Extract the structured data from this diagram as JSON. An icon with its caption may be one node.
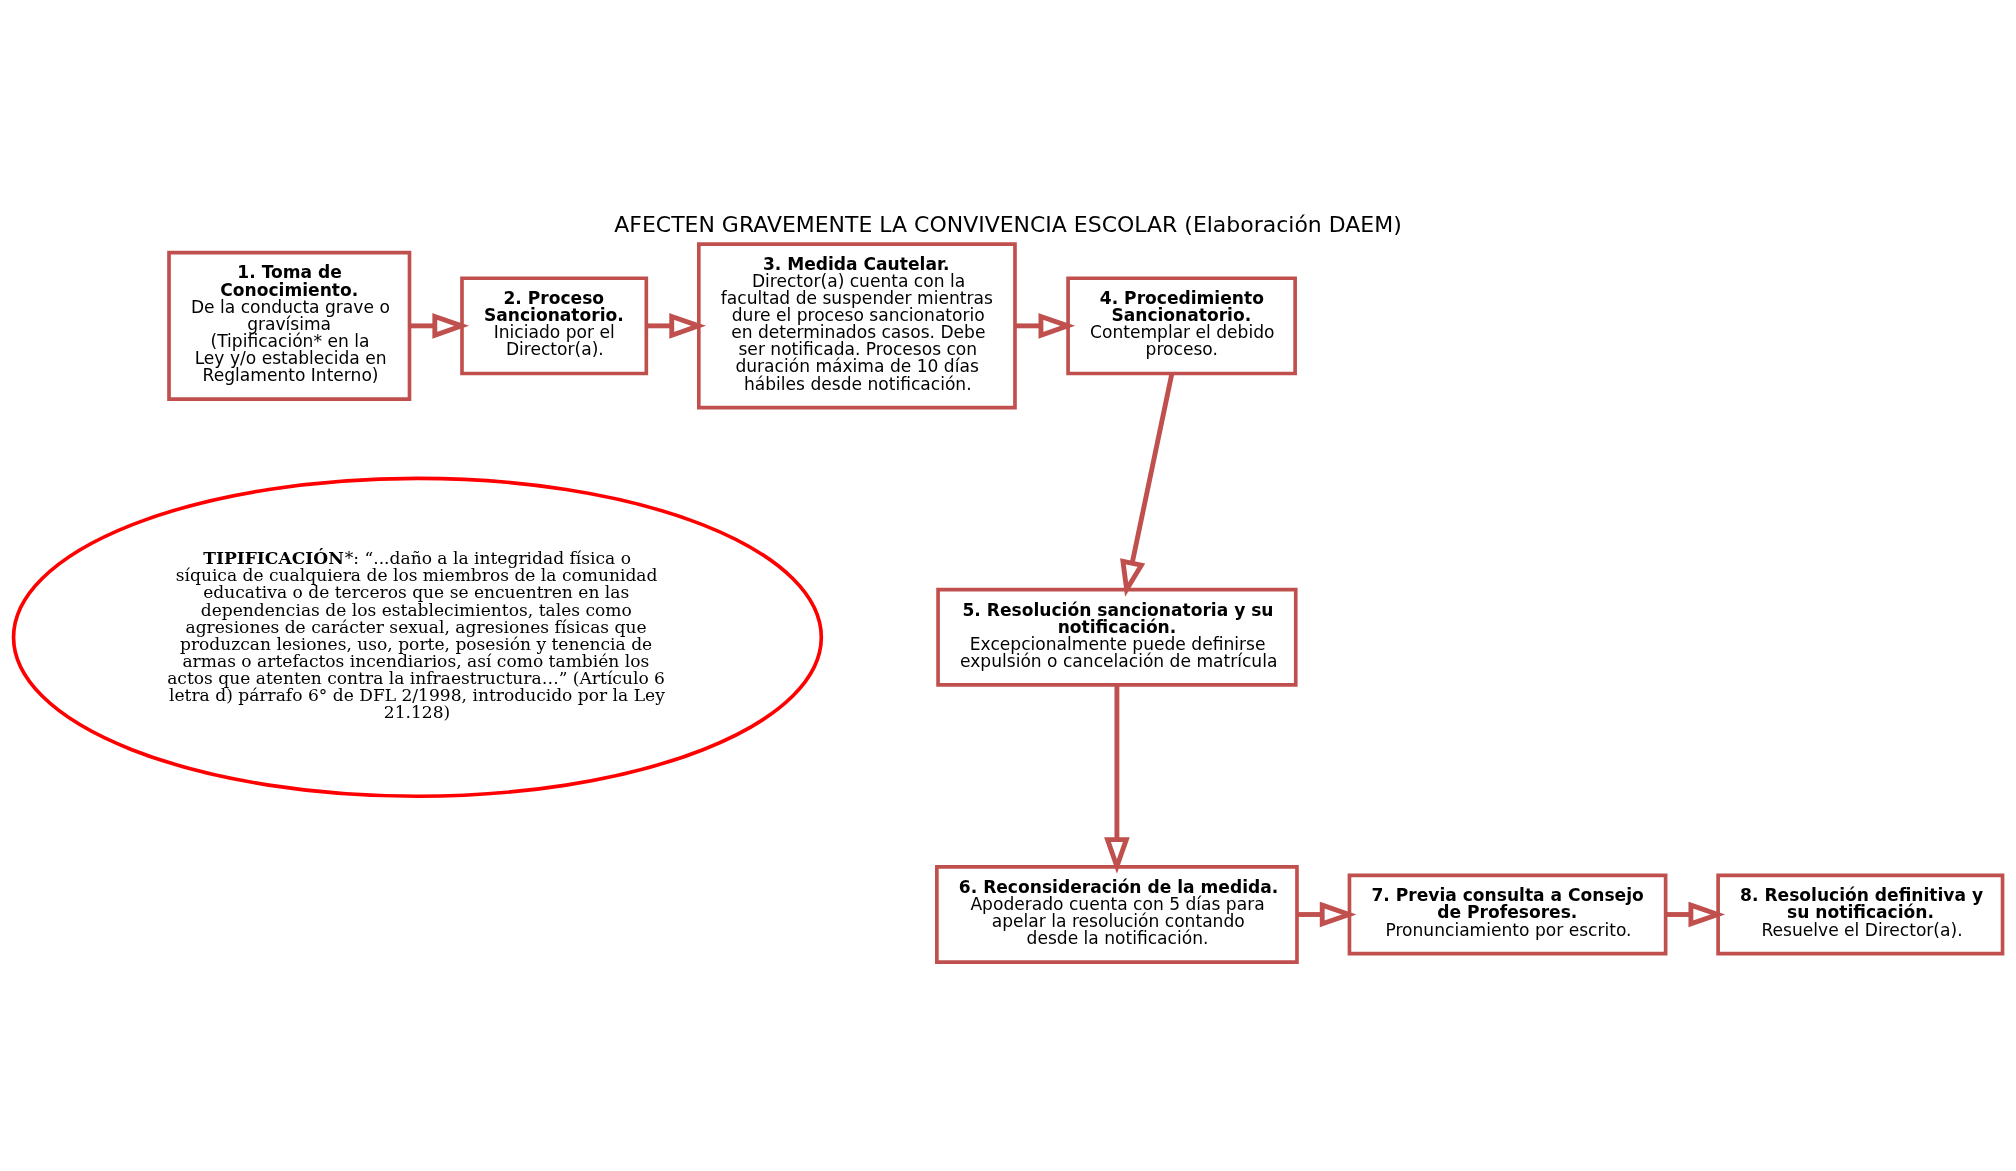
{
  "diagram": {
    "title": "AFECTEN GRAVEMENTE LA CONVIVENCIA ESCOLAR (Elaboración DAEM)",
    "nodes": [
      {
        "text": [
          "1. Toma de Conocimiento.",
          "De la conducta grave o gravísima (Tipificación* en la Ley y/o establecida en Reglamento Interno)"
        ]
      },
      {
        "text": [
          "2. Proceso Sancionatorio.",
          "Iniciado por el Director(a)."
        ]
      },
      {
        "text": [
          "3. Medida Cautelar.",
          "Director(a) cuenta con la facultad de suspender mientras dure el proceso sancionatorio en determinados casos. Debe ser notificada. Procesos con duración máxima de 10 días hábiles desde notificación."
        ]
      },
      {
        "text": [
          "4. Procedimiento Sancionatorio.",
          "Contemplar el debido proceso."
        ]
      },
      {
        "text": [
          "5. Resolución sancionatoria y su notificación.",
          "Excepcionalmente puede definirse expulsión o cancelación de matrícula"
        ]
      },
      {
        "text": [
          "6. Reconsideración de la medida.",
          "Apoderado cuenta con 5 días para apelar la resolución contando desde la notificación."
        ]
      },
      {
        "text": [
          "7. Previa consulta a Consejo de Profesores.",
          "Pronunciamiento por escrito."
        ]
      },
      {
        "text": [
          "8. Resolución definitiva y su notificación.",
          "Resuelve el Director(a)."
        ]
      },
      {
        "text": [
          "**TIPIFICACIÓN***: “...daño a la integridad física o síquica de cualquiera de los miembros de la comunidad educativa o de terceros que se encuentren en las dependencias de los establecimientos, tales como agresiones de carácter sexual, agresiones físicas que produzcan lesiones, uso, porte, posesión y tenencia de armas o artefactos incendiarios, así como también los actos que atenten contra la infraestructura…” (Artículo 6 letra d) párrafo 6° de DFL 2/1998, introducido por la Ley 21.128)"
        ]
      }
    ],
    "edges": [
      {
        "from": 0,
        "to": 1,
        "arrow": "to"
      },
      {
        "from": 1,
        "to": 2,
        "arrow": "to"
      },
      {
        "from": 2,
        "to": 3,
        "arrow": "to"
      },
      {
        "from": 3,
        "to": 4,
        "arrow": "to"
      },
      {
        "from": 4,
        "to": 5,
        "arrow": "to"
      },
      {
        "from": 5,
        "to": 6,
        "arrow": "to"
      },
      {
        "from": 6,
        "to": 7,
        "arrow": "to"
      }
    ]
  }
}
